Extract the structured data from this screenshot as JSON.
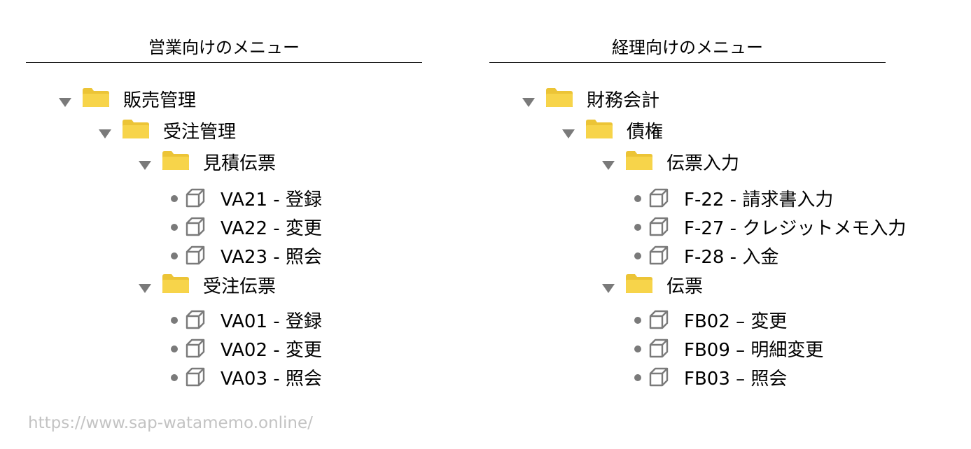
{
  "colors": {
    "folder": "#f7d44a",
    "folder_tab": "#ecc436",
    "triangle": "#7a7a7a",
    "bullet": "#7a7a7a",
    "cube": "#7a7a7a",
    "divider": "#000000",
    "footer_text": "#c3c3c3"
  },
  "icons": {
    "expand": "triangle-down-icon",
    "folder": "folder-icon",
    "transaction": "cube-icon",
    "bullet": "bullet-icon"
  },
  "sales_menu": {
    "title": "営業向けのメニュー",
    "root": "販売管理",
    "group": "受注管理",
    "folders": [
      {
        "label": "見積伝票",
        "items": [
          "VA21 - 登録",
          "VA22 - 変更",
          "VA23 - 照会"
        ]
      },
      {
        "label": "受注伝票",
        "items": [
          "VA01 - 登録",
          "VA02 - 変更",
          "VA03 - 照会"
        ]
      }
    ]
  },
  "finance_menu": {
    "title": "経理向けのメニュー",
    "root": "財務会計",
    "group": "債権",
    "folders": [
      {
        "label": "伝票入力",
        "items": [
          "F-22 - 請求書入力",
          "F-27 - クレジットメモ入力",
          "F-28 - 入金"
        ]
      },
      {
        "label": "伝票",
        "items": [
          "FB02 – 変更",
          "FB09 – 明細変更",
          "FB03 – 照会"
        ]
      }
    ]
  },
  "footer": {
    "url": "https://www.sap-watamemo.online/"
  }
}
